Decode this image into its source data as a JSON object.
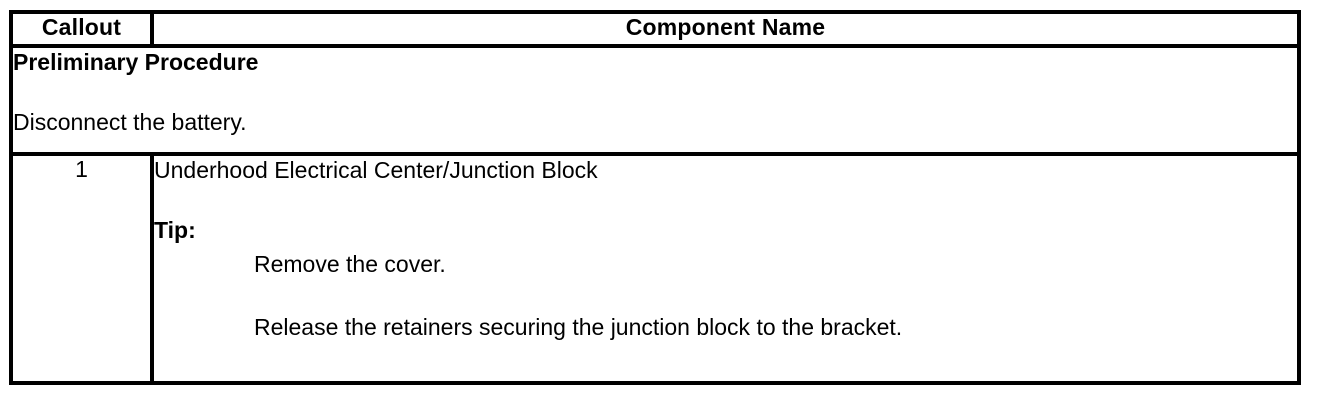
{
  "document": {
    "type": "service-procedure-table"
  },
  "table": {
    "headers": {
      "callout": "Callout",
      "component_name": "Component Name"
    },
    "preliminary": {
      "title": "Preliminary Procedure",
      "text": "Disconnect the battery."
    },
    "rows": [
      {
        "callout": "1",
        "component_name": "Underhood Electrical Center/Junction Block",
        "tip_label": "Tip:",
        "tip_items": [
          "Remove the cover.",
          "Release the retainers securing the junction block to the bracket."
        ]
      }
    ]
  },
  "colors": {
    "border": "#000000",
    "text": "#000000",
    "background": "#ffffff"
  }
}
